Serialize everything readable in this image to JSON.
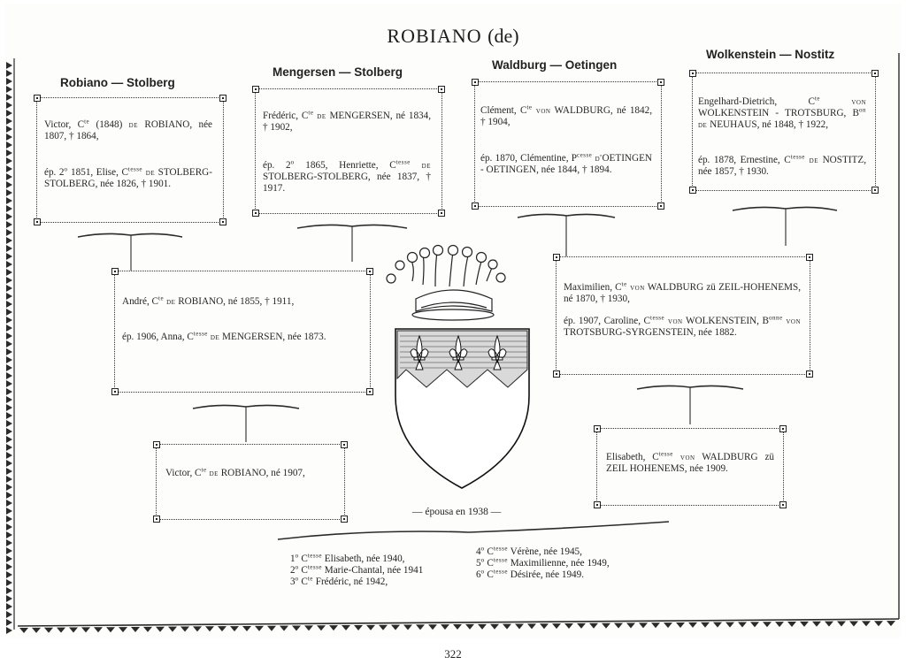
{
  "page": {
    "title_main": "ROBIANO",
    "title_particle": "(de)",
    "page_number": "322",
    "coat_of_arms": "coat-of-arms-crown-and-fleurs-de-lis"
  },
  "families": [
    {
      "label": "Robiano — Stolberg"
    },
    {
      "label": "Mengersen — Stolberg"
    },
    {
      "label": "Waldburg — Oetingen"
    },
    {
      "label": "Wolkenstein — Nostitz"
    }
  ],
  "ancestors": [
    {
      "person_pre": "Victor, C",
      "person_sup": "te",
      "person_mid": " (1848) ",
      "person_sc": "de",
      "person_post": " ROBIANO, née 1807, † 1864,",
      "spouse_pre": "ép. 2",
      "spouse_sup1": "o",
      "spouse_mid": " 1851, Elise, C",
      "spouse_sup2": "tesse",
      "spouse_sc": " de",
      "spouse_post": " STOLBERG-STOLBERG, née 1826, † 1901."
    },
    {
      "person_pre": "Frédéric, C",
      "person_sup": "te",
      "person_mid": " ",
      "person_sc": "de",
      "person_post": " MENGERSEN, né 1834, † 1902,",
      "spouse_pre": "ép. 2",
      "spouse_sup1": "o",
      "spouse_mid": " 1865, Henriette, C",
      "spouse_sup2": "tesse",
      "spouse_sc": " de",
      "spouse_post": " STOLBERG-STOLBERG, née 1837, † 1917."
    },
    {
      "person_pre": "Clément, C",
      "person_sup": "te",
      "person_mid": " ",
      "person_sc": "von",
      "person_post": " WALDBURG, né 1842, † 1904,",
      "spouse_pre": "ép. 1870, Clémentine, P",
      "spouse_sup1": "cesse",
      "spouse_mid": " ",
      "spouse_sup2": "",
      "spouse_sc": "d'",
      "spouse_post": "OETINGEN - OETINGEN, née 1844, † 1894."
    },
    {
      "person_pre": "Engelhard-Dietrich, C",
      "person_sup": "te",
      "person_mid": " ",
      "person_sc": "von",
      "person_post": " WOLKENSTEIN - TROTSBURG, B",
      "person_sup_b": "on",
      "person_sc_b": " de",
      "person_post_b": " NEUHAUS, né 1848, † 1922,",
      "spouse_pre": "ép. 1878, Ernestine, C",
      "spouse_sup1": "tesse",
      "spouse_mid": "",
      "spouse_sup2": "",
      "spouse_sc": " de",
      "spouse_post": " NOSTITZ, née 1857, † 1930."
    }
  ],
  "parents": [
    {
      "person_pre": "André, C",
      "person_sup": "te",
      "person_sc": " de",
      "person_post": " ROBIANO, né 1855, † 1911,",
      "spouse_pre": "ép. 1906, Anna, C",
      "spouse_sup": "tesse",
      "spouse_sc": " de",
      "spouse_post": " MENGERSEN, née 1873."
    },
    {
      "person_pre": "Maximilien, C",
      "person_sup": "te",
      "person_sc": " von",
      "person_post": " WALDBURG zü ZEIL-HOHENEMS, né 1870, † 1930,",
      "spouse_pre": "ép. 1907, Caroline, C",
      "spouse_sup": "tesse",
      "spouse_sc": " von",
      "spouse_post": " WOLKENSTEIN, B",
      "spouse_sup_b": "onne",
      "spouse_sc_b": " von",
      "spouse_post_b": " TROTSBURG-SYRGENSTEIN, née 1882."
    }
  ],
  "couple": [
    {
      "person_pre": "Victor, C",
      "person_sup": "te",
      "person_sc": " de",
      "person_post": " ROBIANO, né 1907,"
    },
    {
      "person_pre": "Elisabeth, C",
      "person_sup": "tesse",
      "person_sc": " von",
      "person_post": " WALDBURG zü ZEIL HOHENEMS, née 1909."
    }
  ],
  "marriage": {
    "label": "— épousa en 1938 —"
  },
  "children": [
    {
      "num": "1",
      "ord": "o",
      "title": " C",
      "title_sup": "tesse",
      "text": " Elisabeth, née 1940,"
    },
    {
      "num": "2",
      "ord": "o",
      "title": " C",
      "title_sup": "tesse",
      "text": " Marie-Chantal, née 1941"
    },
    {
      "num": "3",
      "ord": "o",
      "title": " C",
      "title_sup": "te",
      "text": " Frédéric, né 1942,"
    },
    {
      "num": "4",
      "ord": "o",
      "title": " C",
      "title_sup": "tesse",
      "text": " Vérène, née 1945,"
    },
    {
      "num": "5",
      "ord": "o",
      "title": " C",
      "title_sup": "tesse",
      "text": " Maximilienne, née 1949,"
    },
    {
      "num": "6",
      "ord": "o",
      "title": " C",
      "title_sup": "tesse",
      "text": " Désirée, née 1949."
    }
  ]
}
